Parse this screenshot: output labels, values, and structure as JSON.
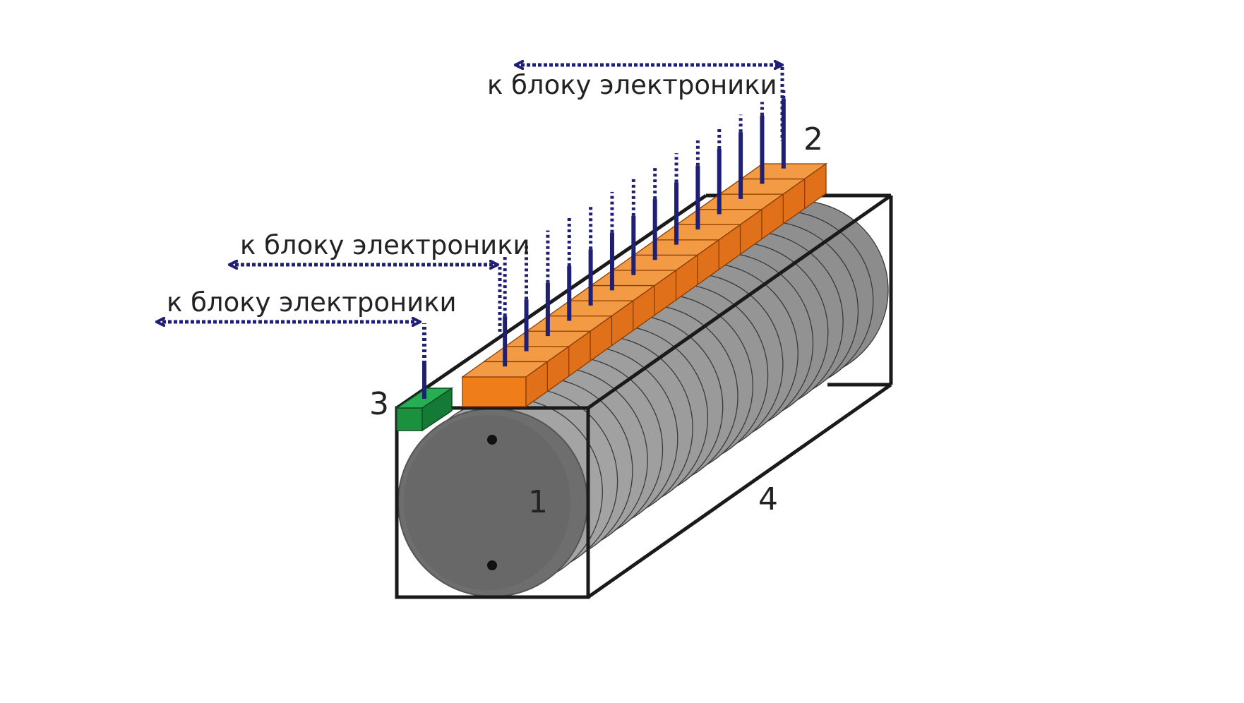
{
  "labels": {
    "to_electronics_top": "к блоку электроники",
    "to_electronics_middle": "к блоку электроники",
    "to_electronics_bottom": "к блоку электроники"
  },
  "markers": {
    "detector": "1",
    "sensor_strip": "2",
    "reference_sensor": "3",
    "housing": "4"
  },
  "colors": {
    "background": "#ffffff",
    "cylinder_face": "#6e6e6e",
    "cylinder_body": "#a6a6a6",
    "sensor_orange": "#ef7d1a",
    "sensor_green": "#1b9140",
    "wire_navy": "#1f1f75",
    "frame": "#1a1a1a"
  }
}
